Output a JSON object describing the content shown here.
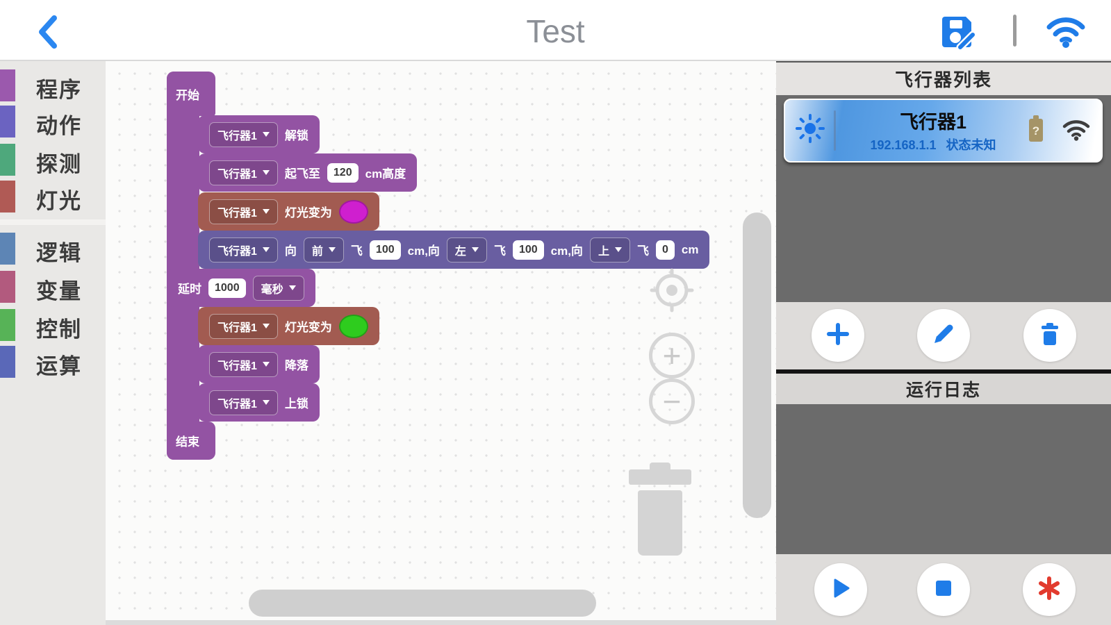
{
  "topbar": {
    "title": "Test"
  },
  "sidebar": {
    "categories": [
      {
        "label": "程序",
        "color": "#9b59ad"
      },
      {
        "label": "动作",
        "color": "#6b63c1"
      },
      {
        "label": "探测",
        "color": "#4ea87c"
      },
      {
        "label": "灯光",
        "color": "#b05a55"
      },
      {
        "label": "逻辑",
        "color": "#5d85b5"
      },
      {
        "label": "变量",
        "color": "#b25a7e"
      },
      {
        "label": "控制",
        "color": "#57b357"
      },
      {
        "label": "运算",
        "color": "#5a68b8"
      }
    ]
  },
  "blocks": {
    "start_label": "开始",
    "end_label": "结束",
    "unlock": {
      "device": "飞行器1",
      "action": "解锁"
    },
    "takeoff": {
      "device": "飞行器1",
      "action": "起飞至",
      "value": "120",
      "unit": "cm高度"
    },
    "light1": {
      "device": "飞行器1",
      "action": "灯光变为",
      "color": "#cf1fcf"
    },
    "fly": {
      "device": "飞行器1",
      "to1": "向",
      "dir1": "前",
      "fly1": "飞",
      "val1": "100",
      "u1": "cm,向",
      "dir2": "左",
      "fly2": "飞",
      "val2": "100",
      "u2": "cm,向",
      "dir3": "上",
      "fly3": "飞",
      "val3": "0",
      "u3": "cm"
    },
    "delay": {
      "label": "延时",
      "value": "1000",
      "unit": "毫秒"
    },
    "light2": {
      "device": "飞行器1",
      "action": "灯光变为",
      "color": "#2ecc1e"
    },
    "land": {
      "device": "飞行器1",
      "action": "降落"
    },
    "lock": {
      "device": "飞行器1",
      "action": "上锁"
    }
  },
  "canvas_controls": {
    "zoom_in": "+",
    "zoom_out": "−"
  },
  "right_panel": {
    "device_list_title": "飞行器列表",
    "device": {
      "name": "飞行器1",
      "ip": "192.168.1.1",
      "status": "状态未知",
      "battery_glyph": "?"
    },
    "log_title": "运行日志"
  },
  "colors": {
    "accent_blue": "#1f7ce8",
    "emergency_red": "#e23b2e",
    "block_purple": "#9353a3",
    "block_indigo": "#695ea1",
    "block_brown": "#a25b51"
  }
}
